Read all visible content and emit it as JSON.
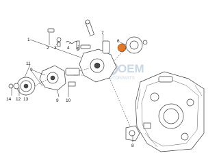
{
  "callouts": [
    {
      "id": "c1",
      "label": "1"
    },
    {
      "id": "c2",
      "label": "2"
    },
    {
      "id": "c3",
      "label": "3"
    },
    {
      "id": "c4",
      "label": "4"
    },
    {
      "id": "c5",
      "label": "5"
    },
    {
      "id": "c6",
      "label": "6"
    },
    {
      "id": "c7",
      "label": "7"
    },
    {
      "id": "c8",
      "label": "8"
    },
    {
      "id": "c9a",
      "label": "9"
    },
    {
      "id": "c9b",
      "label": "9"
    },
    {
      "id": "c10",
      "label": "10"
    },
    {
      "id": "c11",
      "label": "11"
    },
    {
      "id": "c12",
      "label": "12"
    },
    {
      "id": "c13",
      "label": "13"
    },
    {
      "id": "c14",
      "label": "14"
    }
  ],
  "watermark": {
    "brand": "OEM",
    "tagline": "MOTORPARTS"
  },
  "colors": {
    "line": "#3a3a3a",
    "accent_part": "#e07a2a",
    "watermark": "#c9d6e4"
  }
}
